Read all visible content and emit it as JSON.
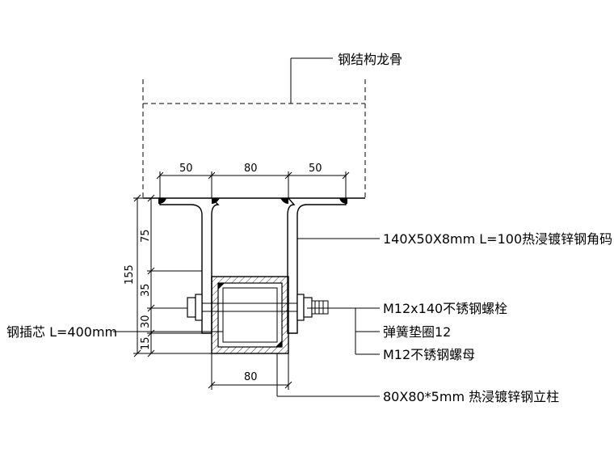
{
  "labels": {
    "steel_keel": "钢结构龙骨",
    "angle_code": "140X50X8mm L=100热浸镀锌钢角码",
    "bolt": "M12x140不锈钢螺栓",
    "spring_washer": "弹簧垫圈12",
    "nut": "M12不锈钢螺母",
    "column": "80X80*5mm 热浸镀锌钢立柱",
    "core": "钢插芯 L=400mm"
  },
  "dimensions": {
    "top_left": "50",
    "top_mid": "80",
    "top_right": "50",
    "bottom": "80",
    "total_height": "155",
    "v75": "75",
    "v35": "35",
    "v30": "30",
    "v15": "15"
  }
}
